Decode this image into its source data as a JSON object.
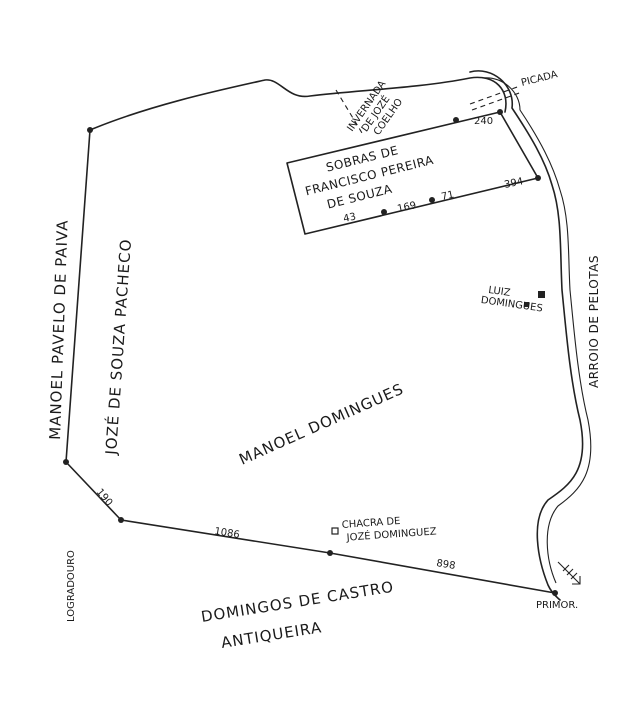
{
  "map": {
    "labels": {
      "manoel_pavelo": "MANOEL PAVELO DE PAIVA",
      "joze_souza_pacheco": "JOZÉ DE SOUZA PACHECO",
      "manoel_domingues": "MANOEL DOMINGUES",
      "sobras": [
        "SOBRAS DE",
        "FRANCISCO PEREIRA",
        "DE SOUZA"
      ],
      "invernada": [
        "INVERNADA",
        "DE JOZÉ",
        "COELHO"
      ],
      "picada": "PICADA",
      "arroio": "ARROIO DE PELOTAS",
      "luiz_domingues": [
        "LUIZ",
        "DOMINGUES"
      ],
      "chacra": [
        "CHACRA DE",
        "JOZÉ DOMINGUEZ"
      ],
      "logradouro": "LOGRADOURO",
      "domingos_castro": "DOMINGOS DE CASTRO",
      "antiqueira": "ANTIQUEIRA",
      "primor": "PRIMOR."
    },
    "measurements": {
      "m240": "240",
      "m394": "394",
      "m71": "71",
      "m169": "169",
      "m43": "43",
      "m190": "190",
      "m1086": "1086",
      "m898": "898"
    }
  }
}
